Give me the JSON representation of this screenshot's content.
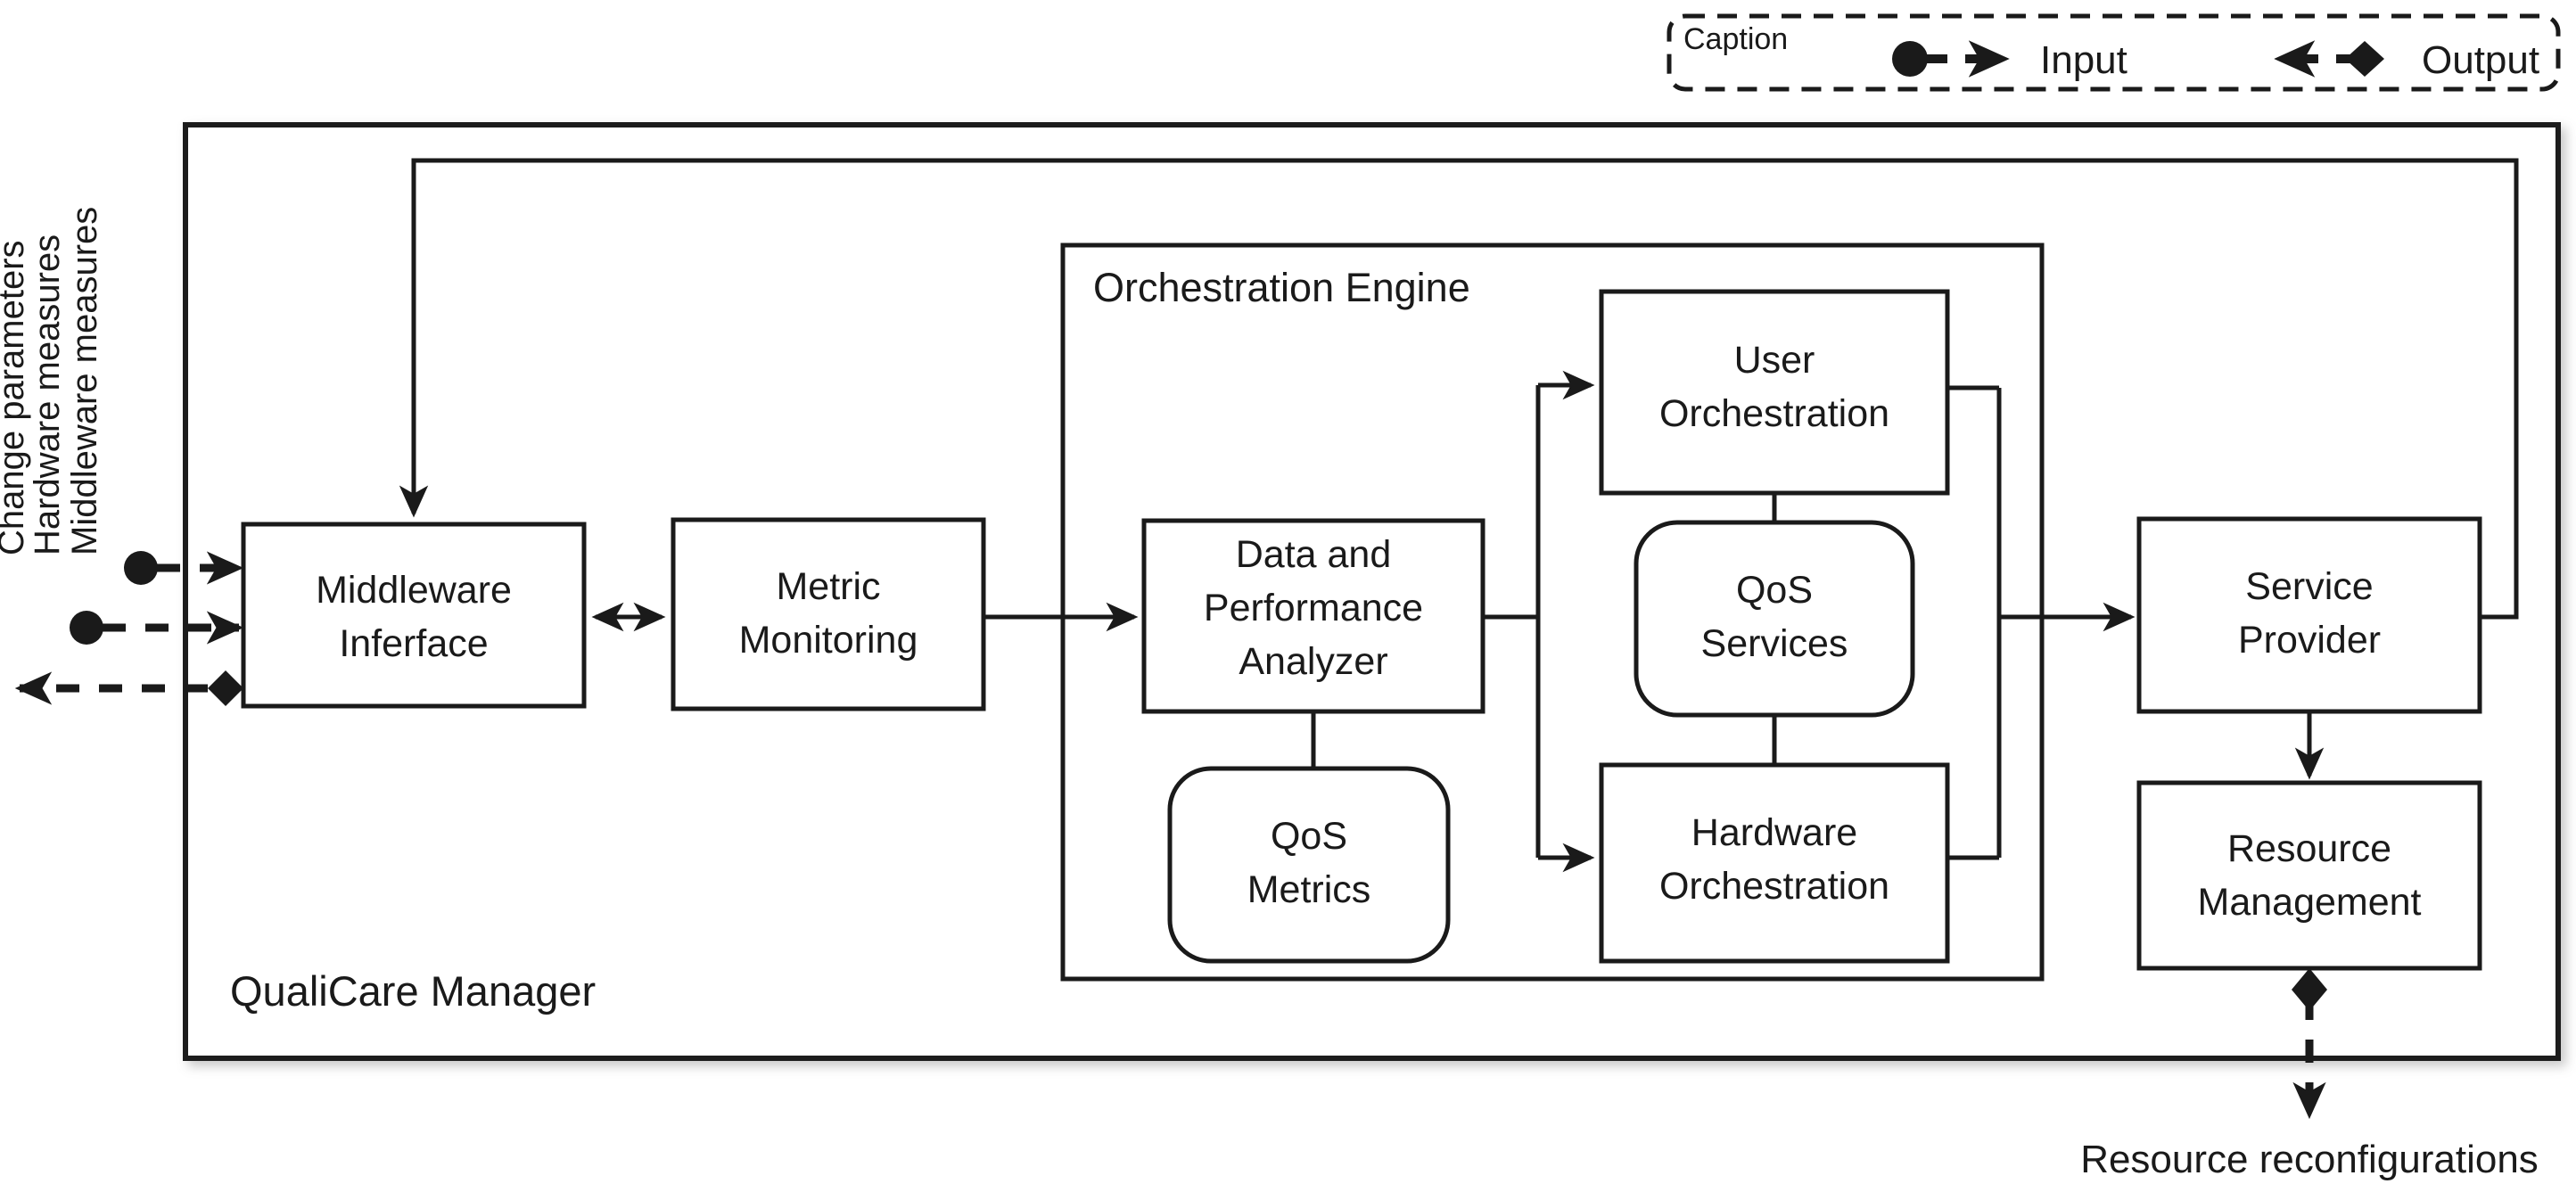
{
  "legend": {
    "caption_label": "Caption",
    "items": [
      {
        "name": "input",
        "label": "Input",
        "glyph": "circle-dash-arrow-right-icon"
      },
      {
        "name": "output",
        "label": "Output",
        "glyph": "arrow-left-dash-diamond-icon"
      }
    ]
  },
  "container": {
    "title": "QualiCare Manager"
  },
  "groups": [
    {
      "id": "orchestration-engine",
      "title": "Orchestration Engine"
    }
  ],
  "nodes": {
    "middleware_interface": "Middleware\nInferface",
    "middleware_interface_line1": "Middleware",
    "middleware_interface_line2": "Inferface",
    "metric_monitoring_line1": "Metric",
    "metric_monitoring_line2": "Monitoring",
    "analyzer_line1": "Data and",
    "analyzer_line2": "Performance",
    "analyzer_line3": "Analyzer",
    "qos_metrics_line1": "QoS",
    "qos_metrics_line2": "Metrics",
    "user_orchestration_line1": "User",
    "user_orchestration_line2": "Orchestration",
    "qos_services_line1": "QoS",
    "qos_services_line2": "Services",
    "hardware_orchestration_line1": "Hardware",
    "hardware_orchestration_line2": "Orchestration",
    "service_provider_line1": "Service",
    "service_provider_line2": "Provider",
    "resource_management_line1": "Resource",
    "resource_management_line2": "Management"
  },
  "io_labels": {
    "change_parameters": "Change parameters",
    "hardware_measures": "Hardware measures",
    "middleware_measures": "Middleware measures",
    "resource_reconfigurations": "Resource reconfigurations"
  },
  "colors": {
    "stroke": "#1a1a1a",
    "fill": "#ffffff",
    "background": "#ffffff"
  }
}
